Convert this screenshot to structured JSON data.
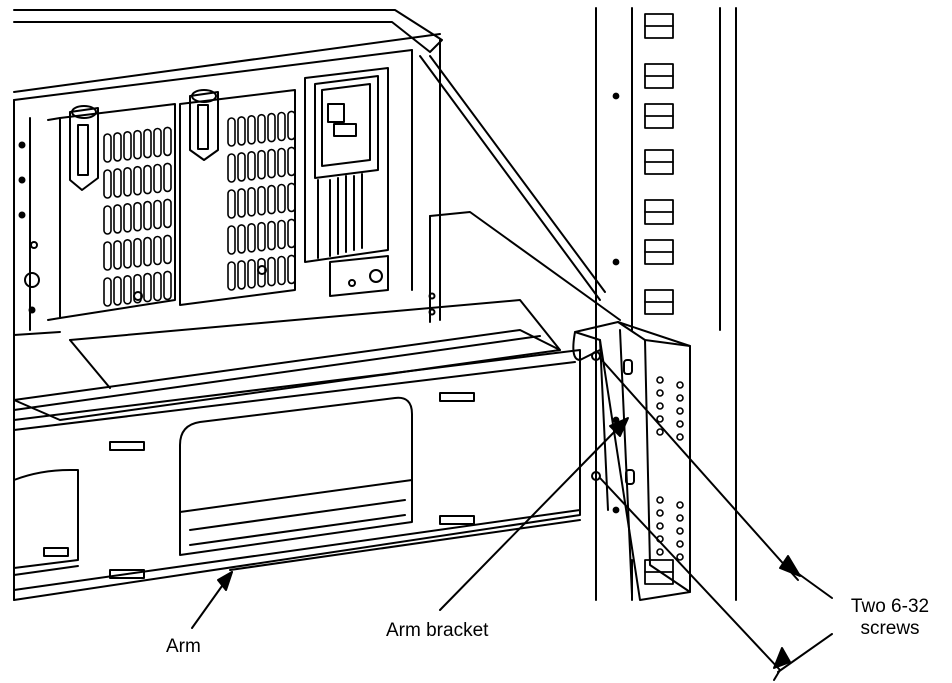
{
  "figure": {
    "labels": {
      "arm": "Arm",
      "arm_bracket": "Arm bracket",
      "screws": "Two 6-32 screws"
    }
  }
}
